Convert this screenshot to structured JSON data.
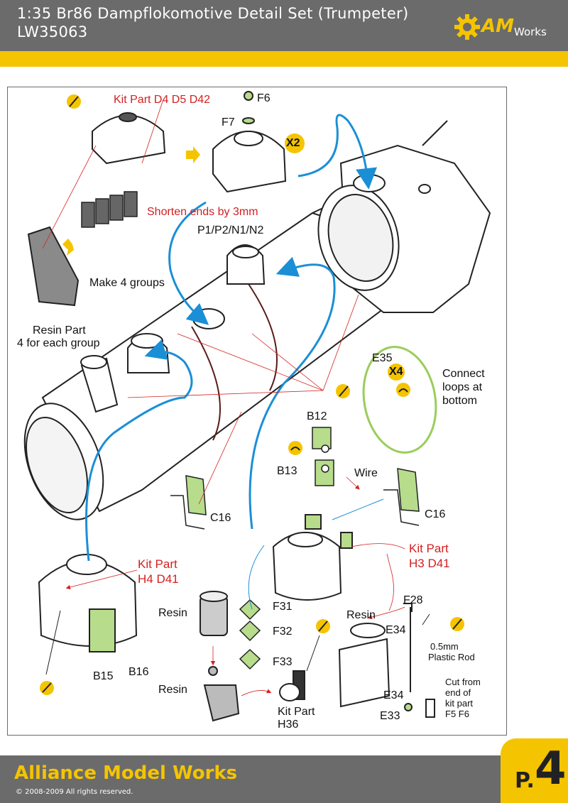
{
  "header": {
    "title_line1": "1:35 Br86 Dampflokomotive Detail Set (Trumpeter)",
    "title_line2": "LW35063",
    "brand_am": "AM",
    "brand_works": "Works"
  },
  "labels": {
    "kit_part_d4_d5_d42": "Kit Part D4 D5 D42",
    "f6": "F6",
    "f7": "F7",
    "x2": "X2",
    "shorten_ends": "Shorten ends by 3mm",
    "p1p2n1n2": "P1/P2/N1/N2",
    "make_4_groups": "Make 4 groups",
    "resin_part_l1": "Resin Part",
    "resin_part_l2": "4 for each group",
    "e35": "E35",
    "x4": "X4",
    "connect_l1": "Connect",
    "connect_l2": "loops at",
    "connect_l3": "bottom",
    "b12": "B12",
    "b13": "B13",
    "wire": "Wire",
    "c16_left": "C16",
    "c16_right": "C16",
    "kit_part_h4_l1": "Kit Part",
    "kit_part_h4_l2": "H4 D41",
    "kit_part_h3_l1": "Kit Part",
    "kit_part_h3_l2": "H3 D41",
    "f31": "F31",
    "f32": "F32",
    "f33": "F33",
    "resin_upper": "Resin",
    "resin_lower": "Resin",
    "resin_right": "Resin",
    "f28": "F28",
    "e34_upper": "E34",
    "e34_lower": "E34",
    "e33": "E33",
    "plastic_rod_l1": "0.5mm",
    "plastic_rod_l2": "Plastic Rod",
    "cut_from_l1": "Cut from",
    "cut_from_l2": "end of",
    "cut_from_l3": "kit part",
    "cut_from_l4": "F5 F6",
    "b15": "B15",
    "b16": "B16",
    "kit_part_h36_l1": "Kit Part",
    "kit_part_h36_l2": "H36"
  },
  "footer": {
    "title": "Alliance Model Works",
    "copyright": "© 2008-2009 All rights reserved.",
    "page_prefix": "P.",
    "page_number": "4"
  },
  "colors": {
    "header_gray": "#6b6b6b",
    "accent_yellow": "#f5c400",
    "label_red": "#d42020",
    "arrow_blue": "#1a8fd6",
    "part_green": "#b7dc8c"
  }
}
